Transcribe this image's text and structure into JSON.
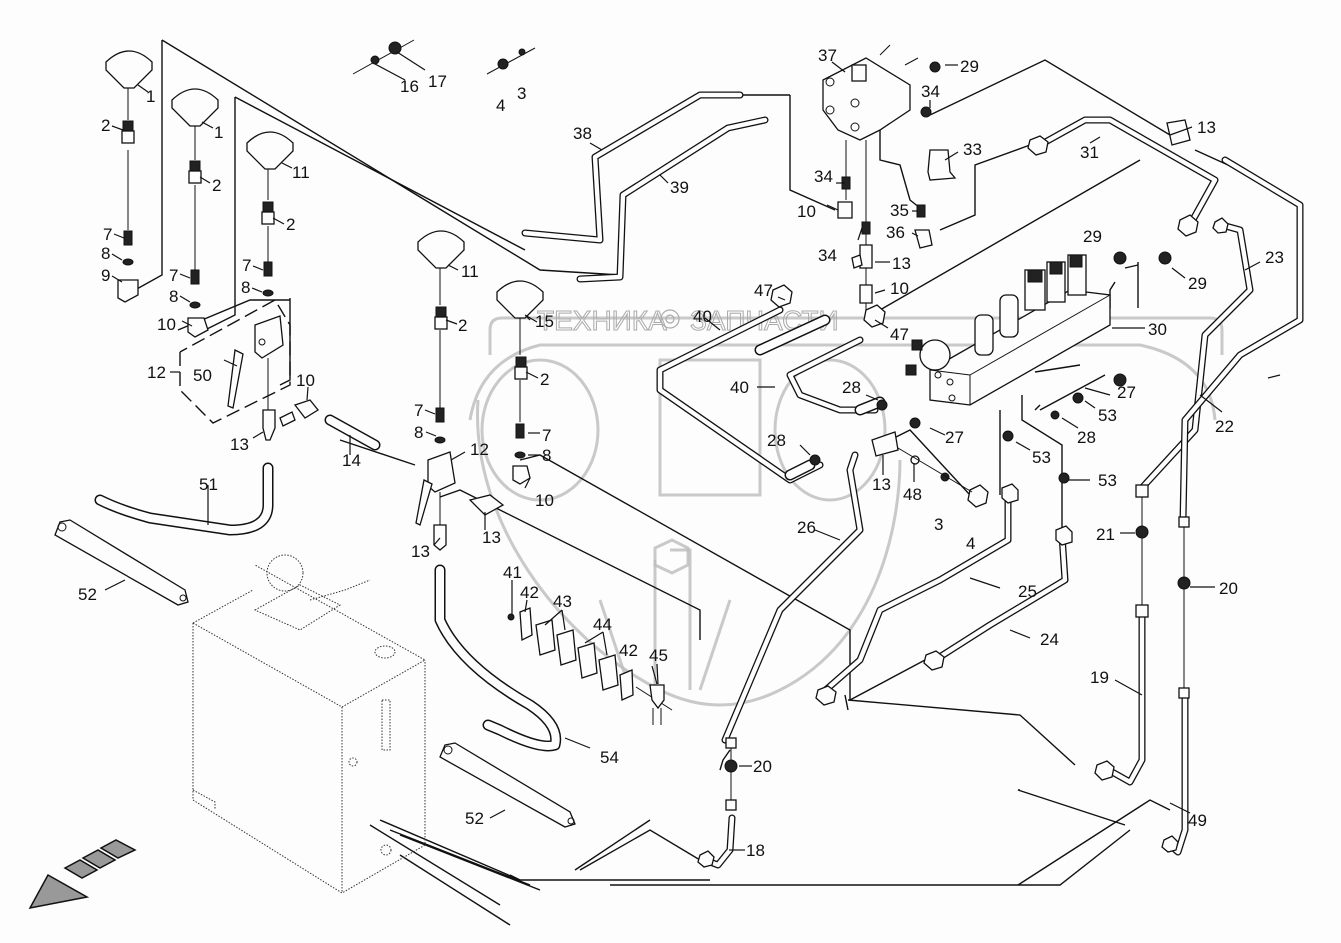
{
  "watermark": {
    "left_word": "ТЕХНИКА",
    "right_word": "ЗАПЧАСТИ",
    "logo_letters": "эпф"
  },
  "callouts": [
    {
      "id": "c1a",
      "label": "1"
    },
    {
      "id": "c1b",
      "label": "1"
    },
    {
      "id": "c2a",
      "label": "2"
    },
    {
      "id": "c2b",
      "label": "2"
    },
    {
      "id": "c2c",
      "label": "2"
    },
    {
      "id": "c2d",
      "label": "2"
    },
    {
      "id": "c2e",
      "label": "2"
    },
    {
      "id": "c3a",
      "label": "3"
    },
    {
      "id": "c3b",
      "label": "3"
    },
    {
      "id": "c4a",
      "label": "4"
    },
    {
      "id": "c4b",
      "label": "4"
    },
    {
      "id": "c7a",
      "label": "7"
    },
    {
      "id": "c7b",
      "label": "7"
    },
    {
      "id": "c7c",
      "label": "7"
    },
    {
      "id": "c7d",
      "label": "7"
    },
    {
      "id": "c7e",
      "label": "7"
    },
    {
      "id": "c8a",
      "label": "8"
    },
    {
      "id": "c8b",
      "label": "8"
    },
    {
      "id": "c8c",
      "label": "8"
    },
    {
      "id": "c8d",
      "label": "8"
    },
    {
      "id": "c8e",
      "label": "8"
    },
    {
      "id": "c9",
      "label": "9"
    },
    {
      "id": "c10a",
      "label": "10"
    },
    {
      "id": "c10b",
      "label": "10"
    },
    {
      "id": "c10c",
      "label": "10"
    },
    {
      "id": "c10d",
      "label": "10"
    },
    {
      "id": "c10e",
      "label": "10"
    },
    {
      "id": "c11a",
      "label": "11"
    },
    {
      "id": "c11b",
      "label": "11"
    },
    {
      "id": "c12a",
      "label": "12"
    },
    {
      "id": "c12b",
      "label": "12"
    },
    {
      "id": "c13a",
      "label": "13"
    },
    {
      "id": "c13b",
      "label": "13"
    },
    {
      "id": "c13c",
      "label": "13"
    },
    {
      "id": "c13d",
      "label": "13"
    },
    {
      "id": "c13e",
      "label": "13"
    },
    {
      "id": "c13f",
      "label": "13"
    },
    {
      "id": "c14",
      "label": "14"
    },
    {
      "id": "c15",
      "label": "15"
    },
    {
      "id": "c16",
      "label": "16"
    },
    {
      "id": "c17",
      "label": "17"
    },
    {
      "id": "c18",
      "label": "18"
    },
    {
      "id": "c19",
      "label": "19"
    },
    {
      "id": "c20a",
      "label": "20"
    },
    {
      "id": "c20b",
      "label": "20"
    },
    {
      "id": "c21",
      "label": "21"
    },
    {
      "id": "c22",
      "label": "22"
    },
    {
      "id": "c23",
      "label": "23"
    },
    {
      "id": "c24",
      "label": "24"
    },
    {
      "id": "c25",
      "label": "25"
    },
    {
      "id": "c26",
      "label": "26"
    },
    {
      "id": "c27a",
      "label": "27"
    },
    {
      "id": "c27b",
      "label": "27"
    },
    {
      "id": "c28a",
      "label": "28"
    },
    {
      "id": "c28b",
      "label": "28"
    },
    {
      "id": "c28c",
      "label": "28"
    },
    {
      "id": "c29a",
      "label": "29"
    },
    {
      "id": "c29b",
      "label": "29"
    },
    {
      "id": "c29c",
      "label": "29"
    },
    {
      "id": "c30",
      "label": "30"
    },
    {
      "id": "c31",
      "label": "31"
    },
    {
      "id": "c33",
      "label": "33"
    },
    {
      "id": "c34a",
      "label": "34"
    },
    {
      "id": "c34b",
      "label": "34"
    },
    {
      "id": "c34c",
      "label": "34"
    },
    {
      "id": "c35",
      "label": "35"
    },
    {
      "id": "c36",
      "label": "36"
    },
    {
      "id": "c37",
      "label": "37"
    },
    {
      "id": "c38",
      "label": "38"
    },
    {
      "id": "c39",
      "label": "39"
    },
    {
      "id": "c40a",
      "label": "40"
    },
    {
      "id": "c40b",
      "label": "40"
    },
    {
      "id": "c41",
      "label": "41"
    },
    {
      "id": "c42a",
      "label": "42"
    },
    {
      "id": "c42b",
      "label": "42"
    },
    {
      "id": "c43",
      "label": "43"
    },
    {
      "id": "c44",
      "label": "44"
    },
    {
      "id": "c45",
      "label": "45"
    },
    {
      "id": "c47a",
      "label": "47"
    },
    {
      "id": "c47b",
      "label": "47"
    },
    {
      "id": "c48",
      "label": "48"
    },
    {
      "id": "c49",
      "label": "49"
    },
    {
      "id": "c50",
      "label": "50"
    },
    {
      "id": "c51",
      "label": "51"
    },
    {
      "id": "c52a",
      "label": "52"
    },
    {
      "id": "c52b",
      "label": "52"
    },
    {
      "id": "c53a",
      "label": "53"
    },
    {
      "id": "c53b",
      "label": "53"
    },
    {
      "id": "c53c",
      "label": "53"
    },
    {
      "id": "c54",
      "label": "54"
    }
  ]
}
